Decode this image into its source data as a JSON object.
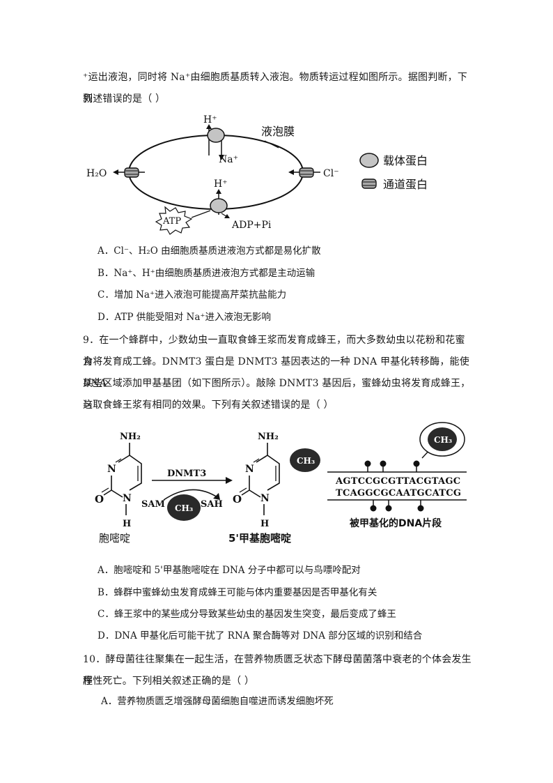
{
  "intro": {
    "line1": "⁺运出液泡，同时将 Na⁺由细胞质基质转入液泡。物质转运过程如图所示。据图判断，下列",
    "line2": "叙述错误的是（    ）"
  },
  "figure1": {
    "membrane_label": "液泡膜",
    "h_top": "H⁺",
    "na": "Na⁺",
    "h2o": "H₂O",
    "cl": "Cl⁻",
    "h_bottom": "H⁺",
    "atp": "ATP",
    "adp": "ADP+Pi",
    "legend_carrier": "载体蛋白",
    "legend_channel": "通道蛋白"
  },
  "q8": {
    "options": [
      "A．Cl⁻、H₂O 由细胞质基质进液泡方式都是易化扩散",
      "B．Na⁺、H⁺由细胞质基质进液泡方式都是主动运输",
      "C．增加 Na⁺进入液泡可能提高芹菜抗盐能力",
      "D．ATP 供能受阻对 Na⁺进入液泡无影响"
    ]
  },
  "q9": {
    "line1": "9．在一个蜂群中，少数幼虫一直取食蜂王浆而发育成蜂王，而大多数幼虫以花粉和花蜜为",
    "line2": "食将发育成工蜂。DNMT3 蛋白是 DNMT3 基因表达的一种 DNA 甲基化转移酶，能使 DNA",
    "line3": "某些区域添加甲基基团（如下图所示）。敲除 DNMT3 基因后，蜜蜂幼虫将发育成蜂王，这",
    "line4": "与取食蜂王浆有相同的效果。下列有关叙述错误的是（    ）",
    "options": [
      "A．胞嘧啶和 5'甲基胞嘧啶在 DNA 分子中都可以与鸟嘌呤配对",
      "B．蜂群中蜜蜂幼虫发育成蜂王可能与体内重要基因是否甲基化有关",
      "C．蜂王浆中的某些成分导致某些幼虫的基因发生突变，最后变成了蜂王",
      "D．DNA 甲基化后可能干扰了 RNA 聚合酶等对 DNA 部分区域的识别和结合"
    ]
  },
  "figure2": {
    "nh2_left": "NH₂",
    "nh2_right": "NH₂",
    "n_top_left": "N",
    "n_bottom_left": "N",
    "o_left": "O",
    "h_left": "H",
    "n_top_right": "N",
    "n_bottom_right": "N",
    "o_right": "O",
    "h_right": "H",
    "enzyme": "DNMT3",
    "sam": "SAM",
    "sah": "SAH",
    "ch3": "CH₃",
    "cytosine_label": "胞嘧啶",
    "methyl_cytosine_label": "5'甲基胞嘧啶",
    "strand_top": "AGTCCGCGTTACGTAGC",
    "strand_bottom": "TCAGGCGCAATGCATCG",
    "dna_caption": "被甲基化的DNA片段"
  },
  "q10": {
    "line1": "10．酵母菌往往聚集在一起生活，在营养物质匮乏状态下酵母菌菌落中衰老的个体会发生程",
    "line2": "序性死亡。下列相关叙述正确的是（    ）",
    "optionA": "A．营养物质匮乏增强酵母菌细胞自噬进而诱发细胞坏死"
  }
}
